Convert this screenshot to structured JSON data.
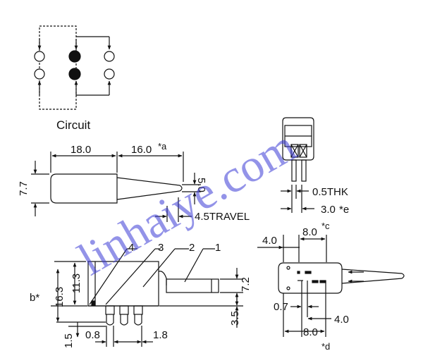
{
  "watermark": "linhaiye.com",
  "circuit": {
    "label": "Circuit"
  },
  "side_view": {
    "dims": {
      "body_length": "18.0",
      "lever_length": "16.0",
      "lever_note": "*a",
      "height": "7.7",
      "lever_height": "5.0",
      "travel": "4.5TRAVEL"
    }
  },
  "end_view": {
    "dims": {
      "thickness": "0.5THK",
      "pitch": "3.0",
      "pitch_note": "*e"
    }
  },
  "front_view": {
    "callouts": [
      "4",
      "3",
      "2",
      "1"
    ],
    "dims": {
      "b_label": "b*",
      "total_height": "16.3",
      "body_height": "11.3",
      "actuator_height": "7.2",
      "actuator_offset": "3.5",
      "pin_width": "0.8",
      "pin_pitch": "1.8",
      "pin_offset": "1.5"
    }
  },
  "top_view": {
    "dims": {
      "left_offset": "4.0",
      "top_span": "8.0",
      "top_note": "*c",
      "slot": "0.7",
      "right_offset": "4.0",
      "bottom_span": "8.0",
      "bottom_note": "*d"
    }
  }
}
